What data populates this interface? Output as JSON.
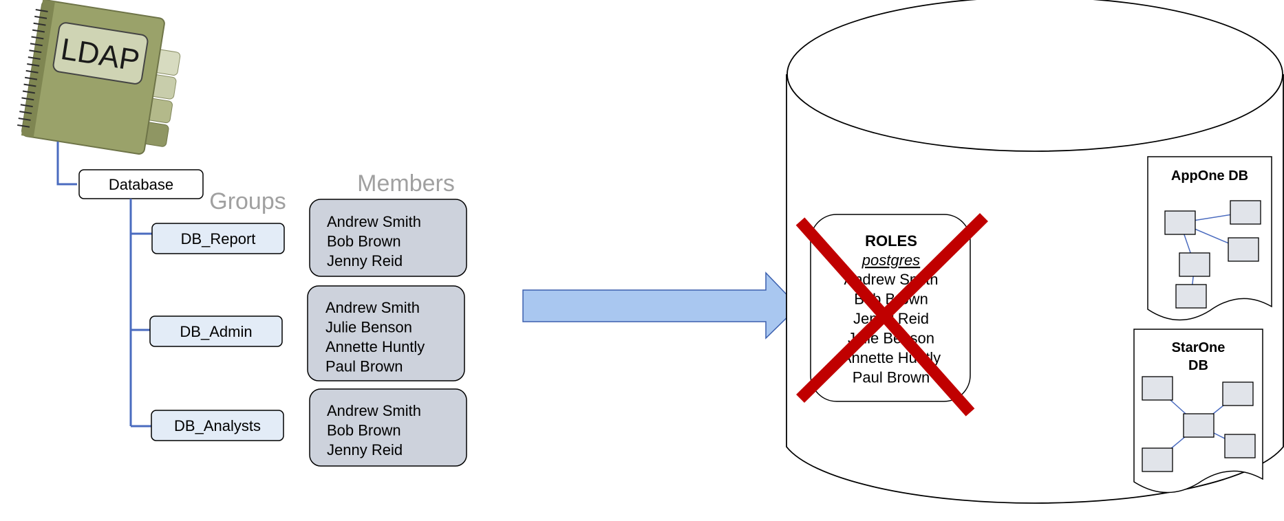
{
  "ldap": {
    "book_label": "LDAP",
    "root_node": "Database",
    "groups_heading": "Groups",
    "members_heading": "Members",
    "groups": [
      {
        "name": "DB_Report",
        "members": [
          "Andrew Smith",
          "Bob Brown",
          "Jenny Reid"
        ]
      },
      {
        "name": "DB_Admin",
        "members": [
          "Andrew Smith",
          "Julie Benson",
          "Annette Huntly",
          "Paul Brown"
        ]
      },
      {
        "name": "DB_Analysts",
        "members": [
          "Andrew Smith",
          "Bob Brown",
          "Jenny Reid"
        ]
      }
    ]
  },
  "database": {
    "roles_title": "ROLES",
    "roles_owner": "postgres",
    "roles": [
      "Andrew Smith",
      "Bob Brown",
      "Jenny Reid",
      "Julie Benson",
      "Annette Huntly",
      "Paul Brown"
    ],
    "app_dbs": [
      {
        "lines": [
          "AppOne DB"
        ]
      },
      {
        "lines": [
          "StarOne",
          "DB"
        ]
      }
    ]
  },
  "colors": {
    "tree_line": "#4a6bbf",
    "group_fill": "#e3ecf7",
    "member_fill": "#cdd2dc",
    "arrow_fill": "#a9c7f0",
    "arrow_stroke": "#3a5fae",
    "cross": "#c00000",
    "table_fill": "#e1e4ea",
    "book_cover": "#9aa26a",
    "heading_gray": "#a0a0a0"
  }
}
